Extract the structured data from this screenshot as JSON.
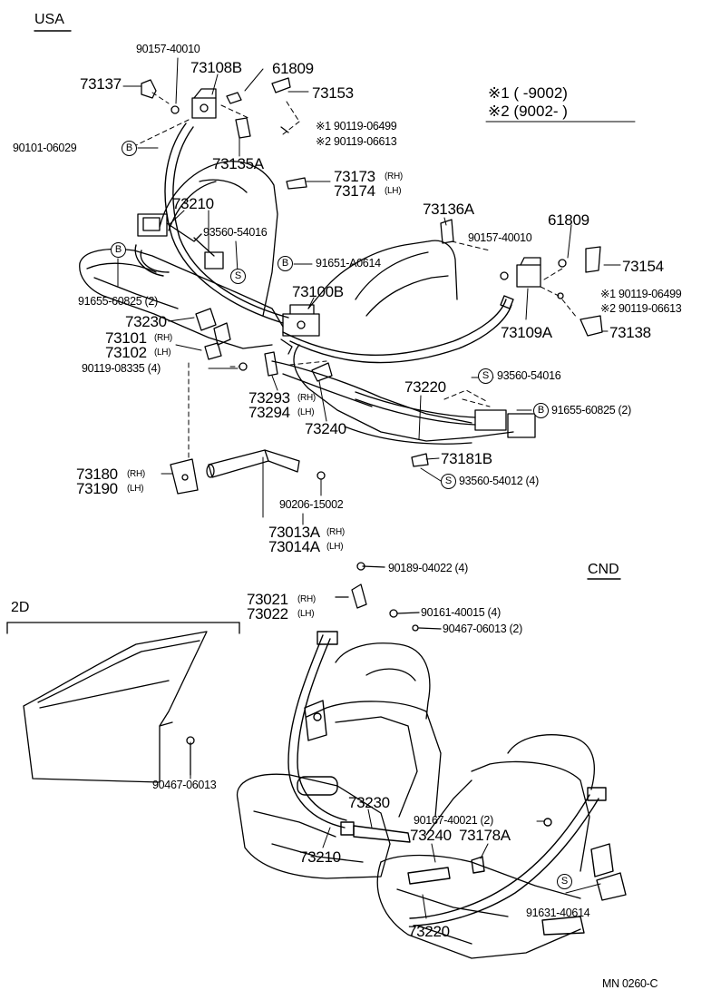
{
  "regions": {
    "usa": "USA",
    "cnd": "CND",
    "two_door": "2D"
  },
  "legend": {
    "row1": "※1 (      -9002)",
    "row2": "※2 (9002-       )"
  },
  "footer": "MN 0260-C",
  "marks": {
    "b": "B",
    "s": "S"
  },
  "parts": {
    "p90157_a": "90157-40010",
    "p73108B": "73108B",
    "p61809_a": "61809",
    "p73137": "73137",
    "p73153": "73153",
    "p90119_06499_a": "※1 90119-06499",
    "p90119_06613_a": "※2 90119-06613",
    "p90101": "90101-06029",
    "p73135A": "73135A",
    "p73173": "73173",
    "p73174": "73174",
    "p73210_a": "73210",
    "p93560_54016_a": "93560-54016",
    "p73136A": "73136A",
    "p61809_b": "61809",
    "p90157_b": "90157-40010",
    "p73154": "73154",
    "p91651": "91651-A0614",
    "p91655_a": "91655-60825 (2)",
    "p73100B": "73100B",
    "p90119_06499_b": "※1 90119-06499",
    "p90119_06613_b": "※2 90119-06613",
    "p73230_a": "73230",
    "p73109A": "73109A",
    "p73138": "73138",
    "p73101": "73101",
    "p73102": "73102",
    "p90119_08335": "90119-08335 (4)",
    "p93560_54016_b": "93560-54016",
    "p73220_a": "73220",
    "p73293": "73293",
    "p73294": "73294",
    "p91655_b": "91655-60825 (2)",
    "p73240_a": "73240",
    "p73181B": "73181B",
    "p93560_54012": "93560-54012 (4)",
    "p73180": "73180",
    "p73190": "73190",
    "p90206": "90206-15002",
    "p73013A": "73013A",
    "p73014A": "73014A",
    "p90189": "90189-04022 (4)",
    "p73021": "73021",
    "p73022": "73022",
    "p90161": "90161-40015 (4)",
    "p90467_a": "90467-06013 (2)",
    "p90467_b": "90467-06013",
    "p73230_b": "73230",
    "p90167": "90167-40021 (2)",
    "p73240_b": "73240",
    "p73178A": "73178A",
    "p73210_b": "73210",
    "p91631": "91631-40614",
    "p73220_b": "73220"
  },
  "side": {
    "rh": "(RH)",
    "lh": "(LH)"
  }
}
